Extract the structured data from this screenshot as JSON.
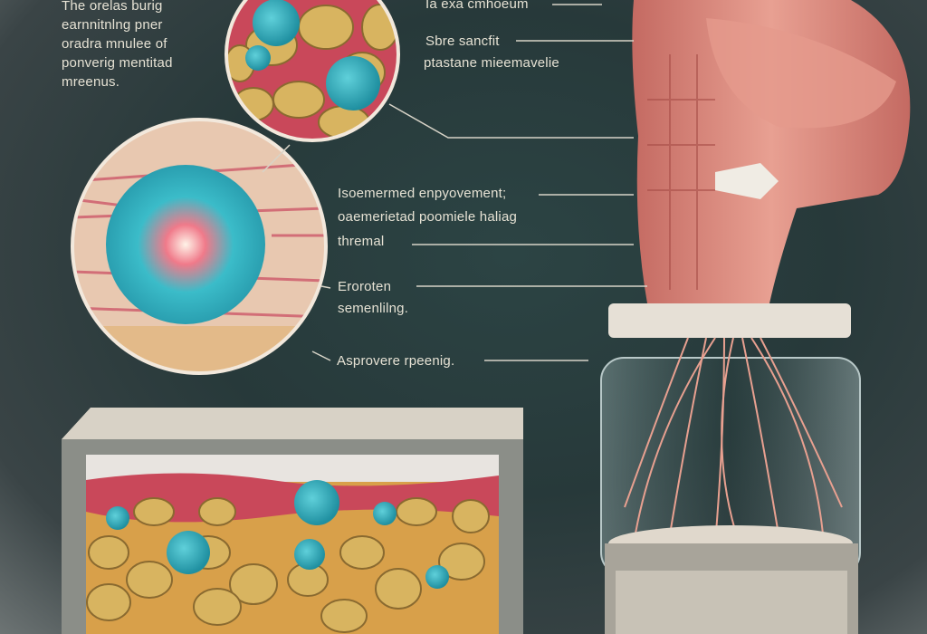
{
  "intro_text": [
    "The orelas burig",
    "earnnitnlng pner",
    "oradra mnulee of",
    "ponverig mentitad",
    "mreenus."
  ],
  "labels": {
    "top_1": "Ia exa cmhoeum",
    "top_2a": "Sbre sancfit",
    "top_2b": "ptastane mieemavelie",
    "mid_1a": "Isoemermed enpyovement;",
    "mid_1b": "oaemerietad poomiele haliag",
    "mid_1c": "thremal",
    "mid_2a": "Eroroten",
    "mid_2b": "semenlilng.",
    "bottom": "Asprovere rpeenig."
  },
  "colors": {
    "background": "#2c4444",
    "text": "#e6e2d4",
    "muscle": "#d9837a",
    "fat": "#d6b25a",
    "cell": "#2fb3c4"
  }
}
